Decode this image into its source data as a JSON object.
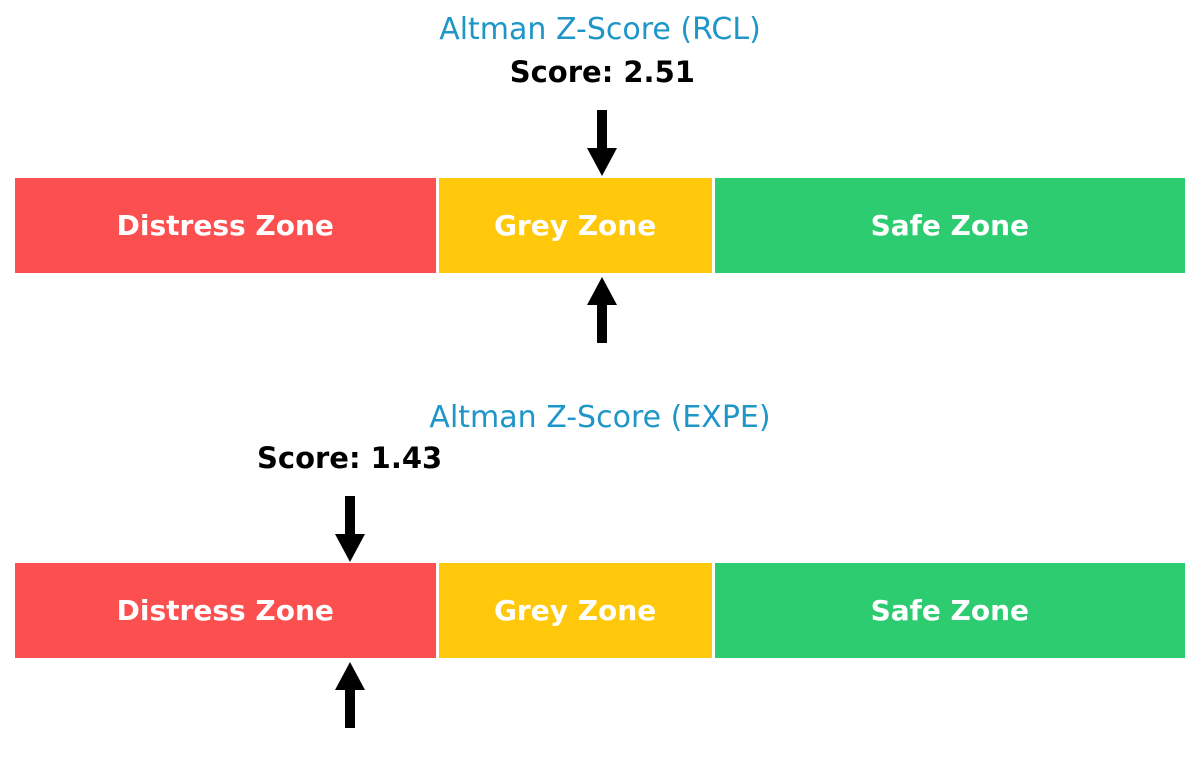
{
  "colors": {
    "background": "#ffffff",
    "title_text": "#1E96C8",
    "score_text": "#000000",
    "arrow": "#000000",
    "zone_label_text": "#ffffff",
    "distress_zone": "#FC4F4F",
    "grey_zone": "#FFC80A",
    "safe_zone": "#2ECC71",
    "zone_separator": "#ffffff"
  },
  "chart_data": [
    {
      "type": "bar",
      "subtype": "zone-gauge",
      "orientation": "horizontal",
      "title": "Altman Z-Score (RCL)",
      "score": 2.51,
      "score_label": "Score: 2.51",
      "xlim": [
        0,
        5
      ],
      "grid": false,
      "legend": "none",
      "zones": [
        {
          "label": "Distress Zone",
          "start": 0,
          "end": 1.81,
          "color": "#FC4F4F"
        },
        {
          "label": "Grey Zone",
          "start": 1.81,
          "end": 2.99,
          "color": "#FFC80A"
        },
        {
          "label": "Safe Zone",
          "start": 2.99,
          "end": 5,
          "color": "#2ECC71"
        }
      ],
      "annotations": [
        {
          "type": "down-arrow",
          "x": 2.51,
          "position": "above-bar"
        },
        {
          "type": "up-arrow",
          "x": 2.51,
          "position": "below-bar"
        }
      ]
    },
    {
      "type": "bar",
      "subtype": "zone-gauge",
      "orientation": "horizontal",
      "title": "Altman Z-Score (EXPE)",
      "score": 1.43,
      "score_label": "Score: 1.43",
      "xlim": [
        0,
        5
      ],
      "grid": false,
      "legend": "none",
      "zones": [
        {
          "label": "Distress Zone",
          "start": 0,
          "end": 1.81,
          "color": "#FC4F4F"
        },
        {
          "label": "Grey Zone",
          "start": 1.81,
          "end": 2.99,
          "color": "#FFC80A"
        },
        {
          "label": "Safe Zone",
          "start": 2.99,
          "end": 5,
          "color": "#2ECC71"
        }
      ],
      "annotations": [
        {
          "type": "down-arrow",
          "x": 1.43,
          "position": "above-bar"
        },
        {
          "type": "up-arrow",
          "x": 1.43,
          "position": "below-bar"
        }
      ]
    }
  ]
}
